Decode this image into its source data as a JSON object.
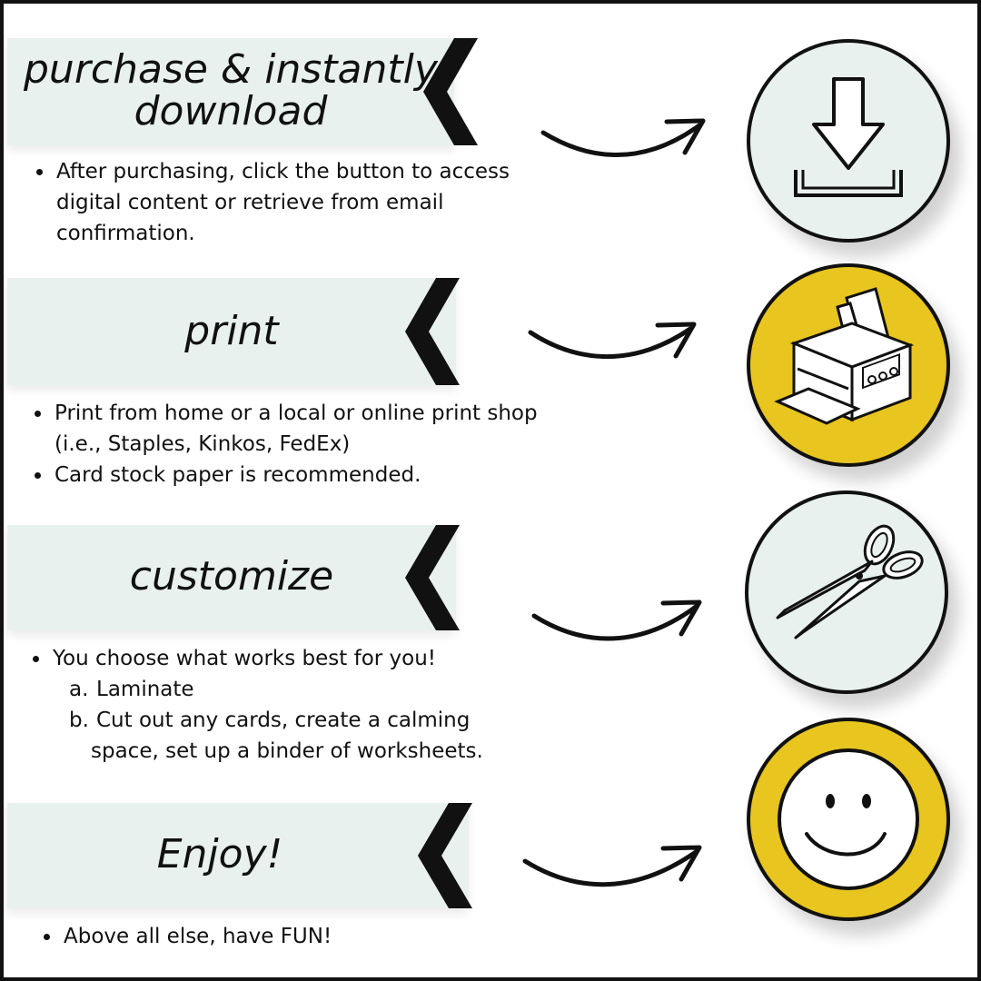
{
  "colors": {
    "banner": "#e8f1ee",
    "circle_light": "#e8f1ee",
    "circle_yellow": "#e8c51f",
    "ink": "#111111"
  },
  "steps": [
    {
      "title_line1": "purchase & instantly",
      "title_line2": "download",
      "bullet1": "After purchasing, click the button to access digital content or retrieve from email confirmation.",
      "icon": "download-icon"
    },
    {
      "title": "print",
      "bullet1": "Print from home or a local or online print shop (i.e., Staples, Kinkos, FedEx)",
      "bullet2": "Card stock paper is recommended.",
      "icon": "printer-icon"
    },
    {
      "title": "customize",
      "bullet1": "You choose what works best for you!",
      "sub_a_marker": "a.",
      "sub_a": "Laminate",
      "sub_b_marker": "b.",
      "sub_b_line1": "Cut out any cards, create a calming",
      "sub_b_line2": "space, set up a binder of worksheets.",
      "icon": "scissors-icon"
    },
    {
      "title": "Enjoy!",
      "bullet1": "Above all else, have FUN!",
      "icon": "smiley-face-icon"
    }
  ]
}
